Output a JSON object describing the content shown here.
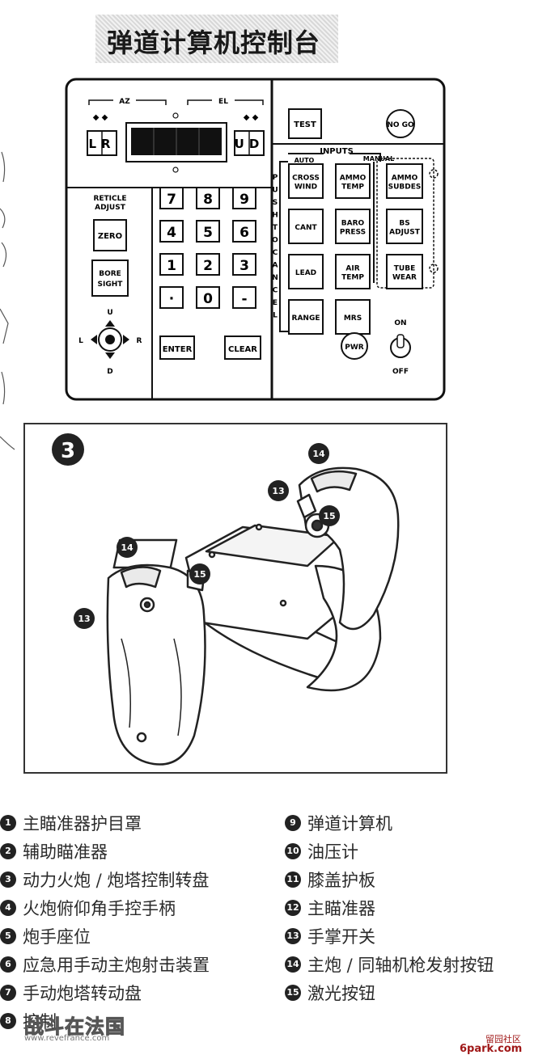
{
  "title": "弹道计算机控制台",
  "panel": {
    "az_label": "AZ",
    "el_label": "EL",
    "lr_label": "LR",
    "ud_label": "UD",
    "test_label": "TEST",
    "nogo_label": "NO GO",
    "inputs_label": "INPUTS",
    "auto_label": "AUTO",
    "manual_label": "MANUAL",
    "push_to_cancel": [
      "P",
      "U",
      "S",
      "H",
      "T",
      "O",
      "C",
      "A",
      "N",
      "C",
      "E",
      "L"
    ],
    "reticle_adjust": [
      "RETICLE",
      "ADJUST"
    ],
    "zero_label": "ZERO",
    "bore_sight": [
      "BORE",
      "SIGHT"
    ],
    "dpad": {
      "up": "U",
      "down": "D",
      "left": "L",
      "right": "R"
    },
    "keypad": [
      "7",
      "8",
      "9",
      "4",
      "5",
      "6",
      "1",
      "2",
      "3",
      "·",
      "0",
      "-"
    ],
    "enter_label": "ENTER",
    "clear_label": "CLEAR",
    "auto_buttons": [
      [
        "CROSS",
        "WIND"
      ],
      [
        "CANT"
      ],
      [
        "LEAD"
      ],
      [
        "RANGE"
      ]
    ],
    "manual_buttons": [
      [
        "AMMO",
        "TEMP"
      ],
      [
        "BARO",
        "PRESS"
      ],
      [
        "AIR",
        "TEMP"
      ],
      [
        "MRS"
      ]
    ],
    "side_buttons": [
      [
        "AMMO",
        "SUBDES"
      ],
      [
        "BS",
        "ADJUST"
      ],
      [
        "TUBE",
        "WEAR"
      ]
    ],
    "pwr_label": "PWR",
    "on_label": "ON",
    "off_label": "OFF"
  },
  "figure": {
    "number": "3",
    "callouts": [
      "14",
      "13",
      "15",
      "14",
      "15",
      "13"
    ]
  },
  "legend_left": [
    {
      "num": "1",
      "text": "主瞄准器护目罩"
    },
    {
      "num": "2",
      "text": "辅助瞄准器"
    },
    {
      "num": "3",
      "text": "动力火炮 / 炮塔控制转盘"
    },
    {
      "num": "4",
      "text": "火炮俯仰角手控手柄"
    },
    {
      "num": "5",
      "text": "炮手座位"
    },
    {
      "num": "6",
      "text": "应急用手动主炮射击装置"
    },
    {
      "num": "7",
      "text": "手动炮塔转动盘"
    },
    {
      "num": "8",
      "text": "控制"
    }
  ],
  "legend_right": [
    {
      "num": "9",
      "text": "弹道计算机"
    },
    {
      "num": "10",
      "text": "油压计"
    },
    {
      "num": "11",
      "text": "膝盖护板"
    },
    {
      "num": "12",
      "text": "主瞄准器"
    },
    {
      "num": "13",
      "text": "手掌开关"
    },
    {
      "num": "14",
      "text": "主炮 / 同轴机枪发射按钮"
    },
    {
      "num": "15",
      "text": "激光按钮"
    }
  ],
  "watermark": {
    "main": "战斗在法国",
    "sub": "www.revefrance.com"
  },
  "brand": {
    "line1": "留园社区",
    "line2": "6park.com"
  }
}
